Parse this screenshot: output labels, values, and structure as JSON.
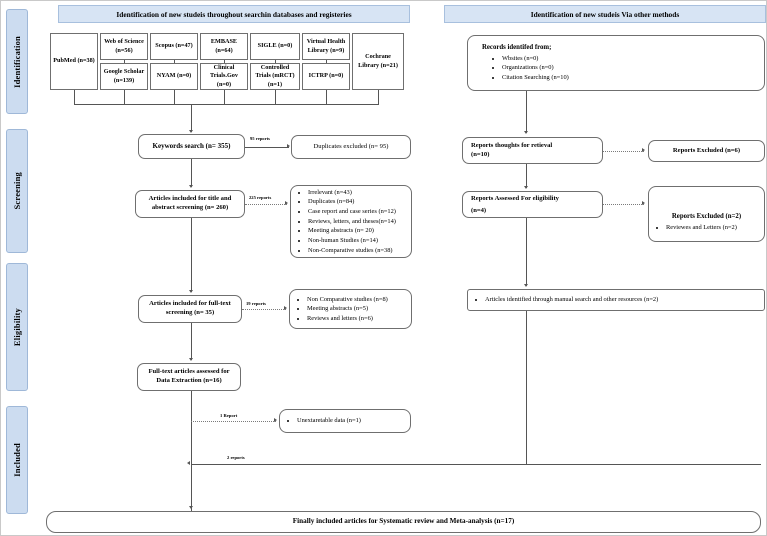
{
  "diagram": {
    "title": "PRISMA flow diagram",
    "accent_banner_color": "#d7e4f4",
    "phase_bar_color": "#ccdcf0"
  },
  "phases": [
    {
      "label": "Identification"
    },
    {
      "label": "Screening"
    },
    {
      "label": "Eligibility"
    },
    {
      "label": "Included"
    }
  ],
  "banners": {
    "left": "Identification of new studeis throughout searchin databases and registeries",
    "right": "Identification of new studeis Via other methods"
  },
  "sources": {
    "pubmed": "PubMed (n=38)",
    "web_of_science": "Web of Science (n=56)",
    "google_scholar": "Google Scholar (n=139)",
    "scopus": "Scopus (n=47)",
    "nyam": "NYAM (n=0)",
    "embase": "EMBASE (n=64)",
    "clinical_trials_gov": "Clinical Trials.Gov (n=0)",
    "sigle": "SIGLE (n=0)",
    "controlled_trials": "Controlled Trials (mRCT) (n=1)",
    "virtual_health_library": "Virtual Health Library (n=9)",
    "ictrp": "ICTRP (n=0)",
    "cochrane_library": "Cochrane Library (n=21)"
  },
  "left_flow": {
    "keywords_search": "Keywords search (n= 355)",
    "duplicates_excluded": "Duplicates excluded (n= 95)",
    "edge_95": "95 reports",
    "title_abstract_line1": "Articles included for title and",
    "title_abstract_line2": "abstract screening  (n= 260)",
    "edge_225": "225 reports",
    "exclusion_reasons": [
      "Irrelevant (n=43)",
      "Duplicates (n=84)",
      "Case report and case series (n=12)",
      "Reviews, letters, and theses(n=14)",
      "Meeting abstracts (n= 20)",
      "Non-human Studies (n=14)",
      "Non-Comparative studies (n=38)"
    ],
    "fulltext_line1": "Articles included for full-text",
    "fulltext_line2": "screening  (n= 35)",
    "edge_19": "19 reports",
    "fulltext_exclusions": [
      "Non Comparative studies (n=8)",
      "Meeting abstracts (n=5)",
      "Reviews and letters (n=6)"
    ],
    "data_extraction_line1": "Full-text articles assessed for",
    "data_extraction_line2": "Data Extraction (n=16)",
    "edge_1_report": "1 Report",
    "unextractable": "Unextaretable data (n=1)",
    "edge_2_reports": "2 reports"
  },
  "right_flow": {
    "records_identified_head": "Records identifed from;",
    "records_identified_items": [
      "Wbsites (n=0)",
      "Organizations (n=0)",
      "Citation Searching (n=10)"
    ],
    "retrieval_line1": "Reports thoughts for retieval",
    "retrieval_line2": "(n=10)",
    "reports_excluded_6": "Reports Excluded  (n=6)",
    "eligibility_line1": "Reports Assessed For eligibility",
    "eligibility_line2": "(n=4)",
    "reports_excluded_2_head": "Reports Excluded  (n=2)",
    "reports_excluded_2_items": [
      "Reviewes and Letters (n=2)"
    ],
    "manual_search": "Articles identified through manual search and other resources (n=2)"
  },
  "final": {
    "label": "Finally included articles for Systematic review and Meta-analysis (n=17)"
  }
}
